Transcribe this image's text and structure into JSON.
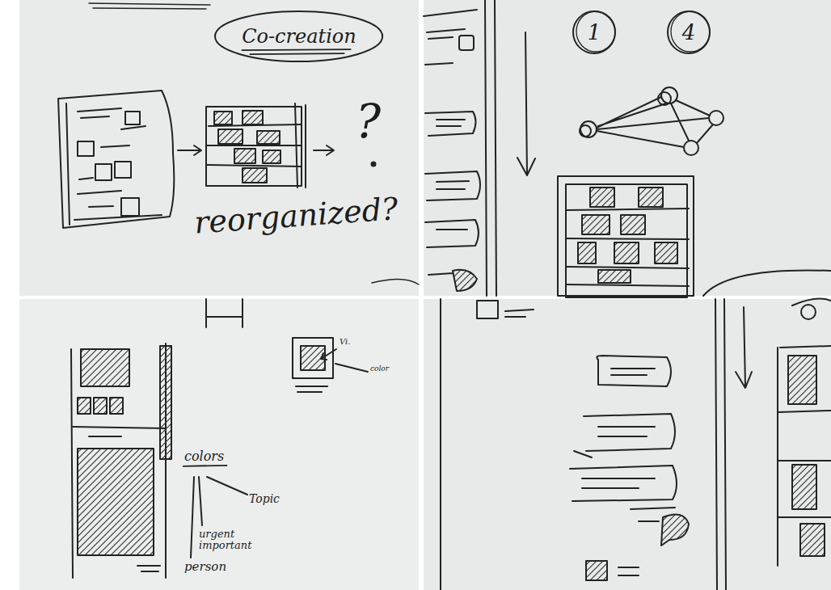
{
  "diagram": {
    "nodes": [
      {
        "text": [
          "Co-creation"
        ]
      },
      {
        "text": [
          "1"
        ]
      },
      {
        "text": [
          "4"
        ]
      }
    ],
    "labels": [
      "?",
      "reorganized?",
      "colors",
      "Topic",
      "urgent important",
      "person",
      "Vi.",
      "color"
    ]
  }
}
